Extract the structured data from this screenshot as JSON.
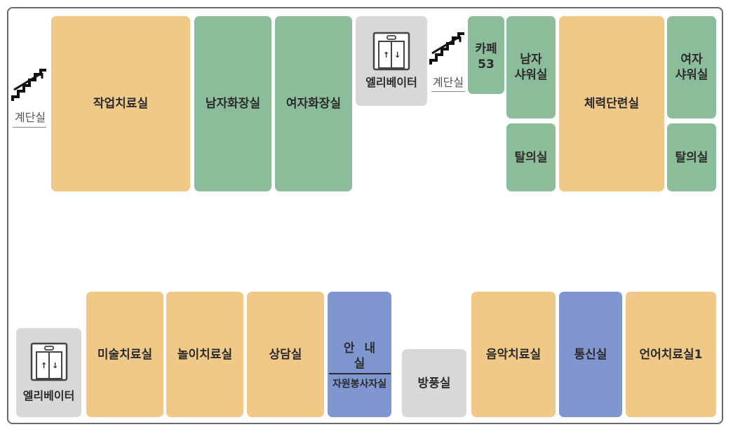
{
  "stairs": {
    "left_label": "계단실",
    "top_label": "계단실"
  },
  "top_rooms": {
    "occupational_therapy": "작업치료실",
    "mens_restroom": "남자화장실",
    "womens_restroom": "여자화장실",
    "elevator": "엘리베이터",
    "cafe_line1": "카페",
    "cafe_line2": "53",
    "mens_shower_line1": "남자",
    "mens_shower_line2": "샤워실",
    "mens_changing": "탈의실",
    "fitness": "체력단련실",
    "womens_shower_line1": "여자",
    "womens_shower_line2": "샤워실",
    "womens_changing": "탈의실"
  },
  "bottom_rooms": {
    "elevator": "엘리베이터",
    "art_therapy": "미술치료실",
    "play_therapy": "놀이치료실",
    "counseling": "상담실",
    "info_desk": "안내실",
    "volunteer_room": "자원봉사자실",
    "windbreak": "방풍실",
    "music_therapy": "음악치료실",
    "communication": "통신실",
    "speech_therapy": "언어치료실1"
  },
  "colors": {
    "therapy": "#f0c887",
    "restroom": "#8bbd9b",
    "utility": "#d8d8d8",
    "office": "#8096d1"
  },
  "icons": [
    "stairs-icon",
    "elevator-icon"
  ]
}
